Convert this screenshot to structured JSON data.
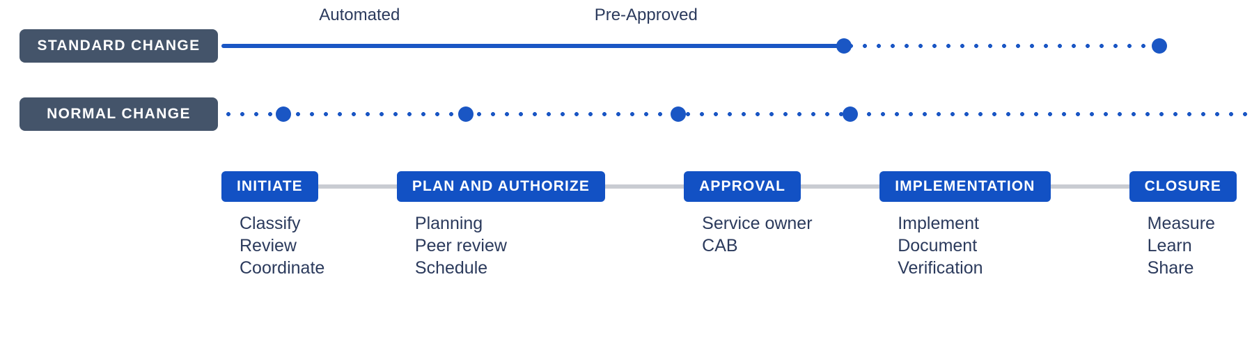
{
  "theme": {
    "badge_bg": "#44546a",
    "accent_blue": "#1a56c4",
    "stage_blue": "#1251c4",
    "connector_gray": "#c9ccd2",
    "text_navy": "#2b3a5c",
    "page_bg": "#ffffff"
  },
  "change_rows": [
    {
      "id": "standard-change",
      "badge_label": "STANDARD CHANGE",
      "labels": [
        {
          "text": "Automated",
          "x_pct": 13.4
        },
        {
          "text": "Pre-Approved",
          "x_pct": 41.2
        }
      ],
      "segments": [
        {
          "style": "solid",
          "start_pct": 0.0,
          "end_pct": 60.4
        },
        {
          "style": "dotted",
          "start_pct": 60.4,
          "end_pct": 91.0
        }
      ],
      "nodes": [
        60.4,
        91.0
      ]
    },
    {
      "id": "normal-change",
      "badge_label": "NORMAL CHANGE",
      "labels": [],
      "segments": [
        {
          "style": "dotted",
          "start_pct": 0.0,
          "end_pct": 100.0
        }
      ],
      "nodes": [
        6.0,
        23.7,
        44.3,
        61.0
      ]
    }
  ],
  "stages": [
    {
      "id": "initiate",
      "label": "INITIATE",
      "items": [
        "Classify",
        "Review",
        "Coordinate"
      ]
    },
    {
      "id": "plan-and-authorize",
      "label": "PLAN AND AUTHORIZE",
      "items": [
        "Planning",
        "Peer review",
        "Schedule"
      ]
    },
    {
      "id": "approval",
      "label": "APPROVAL",
      "items": [
        "Service owner",
        "CAB"
      ]
    },
    {
      "id": "implementation",
      "label": "IMPLEMENTATION",
      "items": [
        "Implement",
        "Document",
        "Verification"
      ]
    },
    {
      "id": "closure",
      "label": "CLOSURE",
      "items": [
        "Measure",
        "Learn",
        "Share"
      ]
    }
  ]
}
